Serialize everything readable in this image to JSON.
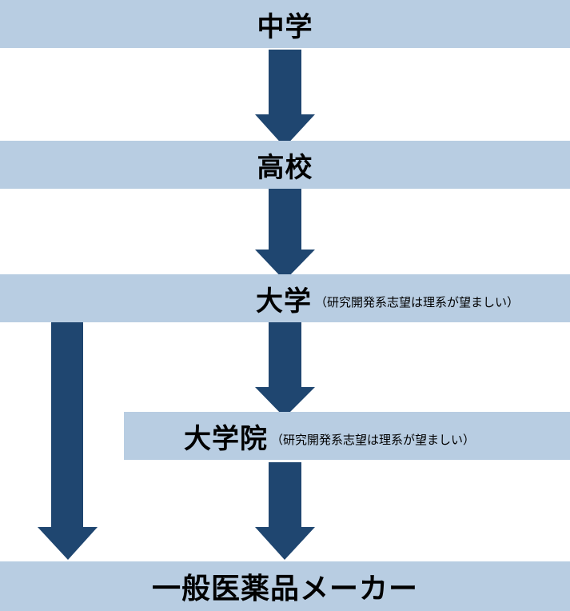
{
  "diagram": {
    "title": "医薬品メーカーへのキャリアパス",
    "colors": {
      "box_fill": "#b8cde2",
      "arrow_fill": "#1f4670",
      "text": "#000000"
    },
    "nodes": [
      {
        "id": "junior_high",
        "label": "中学",
        "note": ""
      },
      {
        "id": "high_school",
        "label": "高校",
        "note": ""
      },
      {
        "id": "university",
        "label": "大学",
        "note": "（研究開発系志望は理系が望ましい）"
      },
      {
        "id": "graduate_school",
        "label": "大学院",
        "note": "（研究開発系志望は理系が望ましい）"
      },
      {
        "id": "pharma_maker",
        "label": "一般医薬品メーカー",
        "note": ""
      }
    ],
    "edges": [
      {
        "from": "junior_high",
        "to": "high_school"
      },
      {
        "from": "high_school",
        "to": "university"
      },
      {
        "from": "university",
        "to": "graduate_school"
      },
      {
        "from": "university",
        "to": "pharma_maker"
      },
      {
        "from": "graduate_school",
        "to": "pharma_maker"
      }
    ]
  }
}
